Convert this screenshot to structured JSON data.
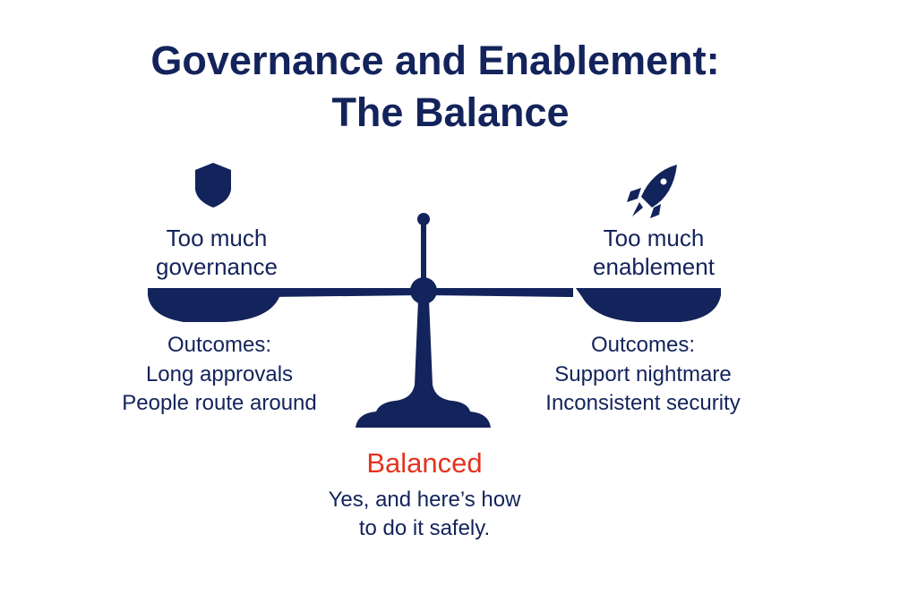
{
  "title": {
    "line1": "Governance and Enablement:",
    "line2": "The Balance"
  },
  "left": {
    "icon": "shield-icon",
    "label_line1": "Too much",
    "label_line2": "governance",
    "outcomes_title": "Outcomes:",
    "outcomes": [
      "Long approvals",
      "People route around"
    ]
  },
  "right": {
    "icon": "rocket-icon",
    "label_line1": "Too much",
    "label_line2": "enablement",
    "outcomes_title": "Outcomes:",
    "outcomes": [
      "Support nightmare",
      "Inconsistent security"
    ]
  },
  "center": {
    "label": "Balanced",
    "desc_line1": "Yes, and here’s how",
    "desc_line2": "to do it safely."
  },
  "colors": {
    "navy": "#13235b",
    "accent": "#e5321f"
  }
}
